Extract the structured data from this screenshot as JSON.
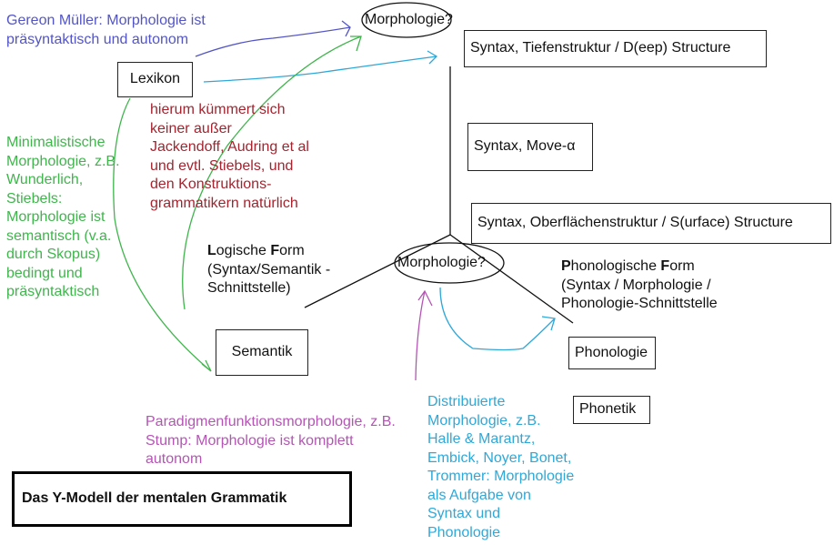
{
  "title": "Das Y-Modell der mentalen Grammatik",
  "nodes": {
    "morph_top": "Morphologie?",
    "deep": "Syntax, Tiefenstruktur / D(eep) Structure",
    "lexikon": "Lexikon",
    "move": "Syntax, Move-α",
    "surface": "Syntax, Oberflächenstruktur / S(urface) Structure",
    "morph_bottom": "Morphologie?",
    "semantik": "Semantik",
    "phonologie": "Phonologie",
    "phonetik": "Phonetik"
  },
  "lf": {
    "l": "L",
    "ogische": "ogische ",
    "f": "F",
    "orm": "orm",
    "rest": "(Syntax/Semantik -\nSchnittstelle)"
  },
  "pf": {
    "p": "P",
    "honologische": "honologische ",
    "f": "F",
    "orm": "orm",
    "rest": "(Syntax / Morphologie /\nPhonologie-Schnittstelle"
  },
  "notes": {
    "mueller": "Gereon Müller: Morphologie ist\npräsyntaktisch und autonom",
    "jackendoff": "hierum kümmert sich\nkeiner außer\nJackendoff, Audring et al\nund evtl. Stiebels, und\nden Konstruktions-\ngrammatikern natürlich",
    "minimalist": "Minimalistische\nMorphologie, z.B.\nWunderlich,\nStiebels:\nMorphologie ist\nsemantisch (v.a.\ndurch Skopus)\nbedingt und\npräsyntaktisch",
    "paradigm": "Paradigmenfunktionsmorphologie, z.B.\nStump: Morphologie ist komplett\nautonom",
    "dm": "Distribuierte\nMorphologie, z.B.\nHalle & Marantz,\nEmbick, Noyer, Bonet,\nTrommer: Morphologie\nals Aufgabe von\nSyntax und\nPhonologie"
  },
  "colors": {
    "blue": "#5355c4",
    "red": "#a3242f",
    "green": "#3fb54c",
    "purple": "#b455b4",
    "cyan": "#2fa8d8"
  }
}
